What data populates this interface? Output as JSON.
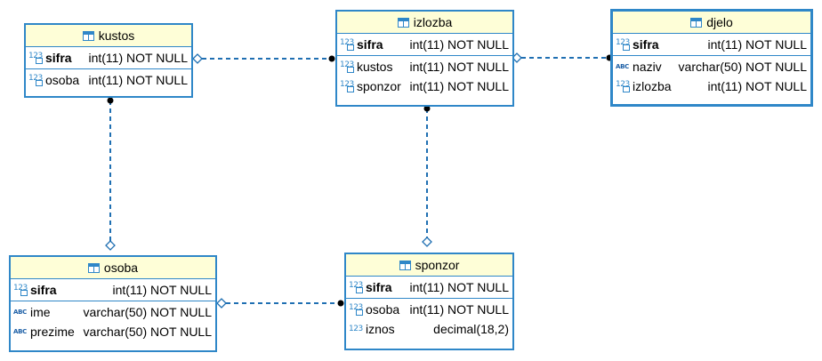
{
  "tables": {
    "kustos": {
      "title": "kustos",
      "pk": [
        {
          "name": "sifra",
          "type": "int(11) NOT NULL",
          "icon": "pk"
        }
      ],
      "cols": [
        {
          "name": "osoba",
          "type": "int(11) NOT NULL",
          "icon": "fk"
        }
      ]
    },
    "izlozba": {
      "title": "izlozba",
      "pk": [
        {
          "name": "sifra",
          "type": "int(11) NOT NULL",
          "icon": "pk"
        }
      ],
      "cols": [
        {
          "name": "kustos",
          "type": "int(11) NOT NULL",
          "icon": "fk"
        },
        {
          "name": "sponzor",
          "type": "int(11) NOT NULL",
          "icon": "fk"
        }
      ]
    },
    "djelo": {
      "title": "djelo",
      "pk": [
        {
          "name": "sifra",
          "type": "int(11) NOT NULL",
          "icon": "pk"
        }
      ],
      "cols": [
        {
          "name": "naziv",
          "type": "varchar(50) NOT NULL",
          "icon": "text"
        },
        {
          "name": "izlozba",
          "type": "int(11) NOT NULL",
          "icon": "fk"
        }
      ]
    },
    "osoba": {
      "title": "osoba",
      "pk": [
        {
          "name": "sifra",
          "type": "int(11) NOT NULL",
          "icon": "pk"
        }
      ],
      "cols": [
        {
          "name": "ime",
          "type": "varchar(50) NOT NULL",
          "icon": "text"
        },
        {
          "name": "prezime",
          "type": "varchar(50) NOT NULL",
          "icon": "text"
        }
      ]
    },
    "sponzor": {
      "title": "sponzor",
      "pk": [
        {
          "name": "sifra",
          "type": "int(11) NOT NULL",
          "icon": "pk"
        }
      ],
      "cols": [
        {
          "name": "osoba",
          "type": "int(11) NOT NULL",
          "icon": "fk"
        },
        {
          "name": "iznos",
          "type": "decimal(18,2)",
          "icon": "num"
        }
      ]
    }
  },
  "colors": {
    "border": "#2f87c8",
    "header": "#fefed7",
    "link": "#1f6fb2"
  },
  "icons": {
    "table": "table-icon",
    "pk": "primary-key-numeric-icon",
    "fk": "foreign-key-numeric-icon",
    "num": "numeric-column-icon",
    "text": "text-column-icon",
    "num_glyph": "123",
    "text_glyph": "ABC"
  }
}
